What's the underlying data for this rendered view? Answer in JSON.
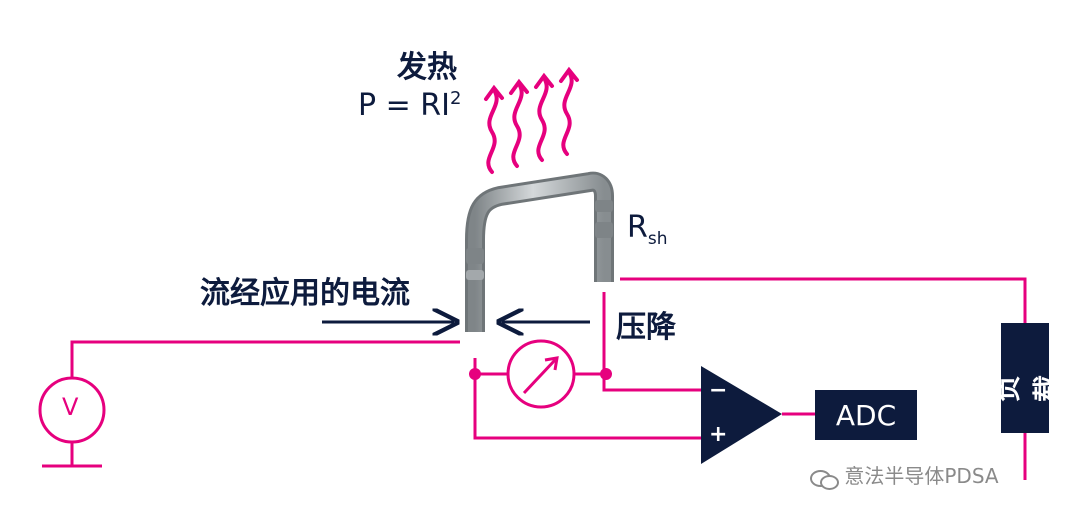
{
  "heat": {
    "title": "发热",
    "formula_main": "P = RI",
    "formula_exp": "2"
  },
  "shunt": {
    "label_main": "R",
    "label_sub": "sh"
  },
  "current": {
    "label": "流经应用的电流"
  },
  "voltage_drop": {
    "label": "压降"
  },
  "voltage_source": {
    "symbol": "V"
  },
  "amplifier": {
    "minus": "−",
    "plus": "+"
  },
  "adc": {
    "label": "ADC"
  },
  "load": {
    "label": "负载"
  },
  "watermark": {
    "text": "意法半导体PDSA"
  },
  "colors": {
    "wire": "#e6007e",
    "navy": "#0d1b3d",
    "shunt_gray": "#9aa0a3"
  }
}
